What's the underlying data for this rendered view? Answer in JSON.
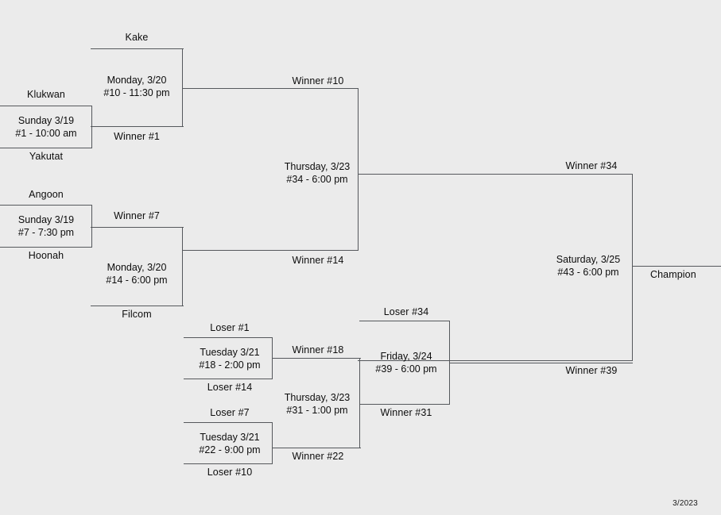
{
  "meta": {
    "footer_date": "3/2023",
    "background_color": "#ebebeb",
    "line_color": "#55585c",
    "text_color": "#0d0d0d"
  },
  "labels": {
    "kake": "Kake",
    "klukwan": "Klukwan",
    "yakutat": "Yakutat",
    "winner1": "Winner #1",
    "angoon": "Angoon",
    "hoonah": "Hoonah",
    "winner7": "Winner #7",
    "filcom": "Filcom",
    "winner10": "Winner #10",
    "winner14": "Winner #14",
    "winner34": "Winner #34",
    "winner39": "Winner #39",
    "champion": "Champion",
    "loser1": "Loser #1",
    "loser14": "Loser #14",
    "loser7": "Loser #7",
    "loser10": "Loser #10",
    "winner18": "Winner #18",
    "winner22": "Winner #22",
    "loser34": "Loser #34",
    "winner31": "Winner #31"
  },
  "games": {
    "g1": {
      "line1": "Sunday 3/19",
      "line2": "#1 - 10:00 am"
    },
    "g10": {
      "line1": "Monday, 3/20",
      "line2": "#10 - 11:30 pm"
    },
    "g7": {
      "line1": "Sunday 3/19",
      "line2": "#7 - 7:30 pm"
    },
    "g14": {
      "line1": "Monday, 3/20",
      "line2": "#14 - 6:00 pm"
    },
    "g34": {
      "line1": "Thursday, 3/23",
      "line2": "#34 - 6:00 pm"
    },
    "g43": {
      "line1": "Saturday, 3/25",
      "line2": "#43 - 6:00 pm"
    },
    "g18": {
      "line1": "Tuesday 3/21",
      "line2": "#18 - 2:00 pm"
    },
    "g22": {
      "line1": "Tuesday 3/21",
      "line2": "#22 - 9:00 pm"
    },
    "g31": {
      "line1": "Thursday, 3/23",
      "line2": "#31 - 1:00 pm"
    },
    "g39": {
      "line1": "Friday, 3/24",
      "line2": "#39 - 6:00 pm"
    }
  },
  "bracket_structure": {
    "type": "double-elimination-tournament-bracket",
    "teams": [
      "Klukwan",
      "Yakutat",
      "Kake",
      "Angoon",
      "Hoonah",
      "Filcom"
    ],
    "matches": [
      {
        "id": "1",
        "date": "Sunday 3/19",
        "time": "10:00 am",
        "top": "Klukwan",
        "bottom": "Yakutat"
      },
      {
        "id": "7",
        "date": "Sunday 3/19",
        "time": "7:30 pm",
        "top": "Angoon",
        "bottom": "Hoonah"
      },
      {
        "id": "10",
        "date": "Monday, 3/20",
        "time": "11:30 pm",
        "top": "Kake",
        "bottom": "Winner #1"
      },
      {
        "id": "14",
        "date": "Monday, 3/20",
        "time": "6:00 pm",
        "top": "Winner #7",
        "bottom": "Filcom"
      },
      {
        "id": "18",
        "date": "Tuesday 3/21",
        "time": "2:00 pm",
        "top": "Loser #1",
        "bottom": "Loser #14"
      },
      {
        "id": "22",
        "date": "Tuesday 3/21",
        "time": "9:00 pm",
        "top": "Loser #7",
        "bottom": "Loser #10"
      },
      {
        "id": "31",
        "date": "Thursday, 3/23",
        "time": "1:00 pm",
        "top": "Winner #18",
        "bottom": "Winner #22"
      },
      {
        "id": "34",
        "date": "Thursday, 3/23",
        "time": "6:00 pm",
        "top": "Winner #10",
        "bottom": "Winner #14"
      },
      {
        "id": "39",
        "date": "Friday, 3/24",
        "time": "6:00 pm",
        "top": "Loser #34",
        "bottom": "Winner #31"
      },
      {
        "id": "43",
        "date": "Saturday, 3/25",
        "time": "6:00 pm",
        "top": "Winner #34",
        "bottom": "Winner #39",
        "result": "Champion"
      }
    ]
  }
}
